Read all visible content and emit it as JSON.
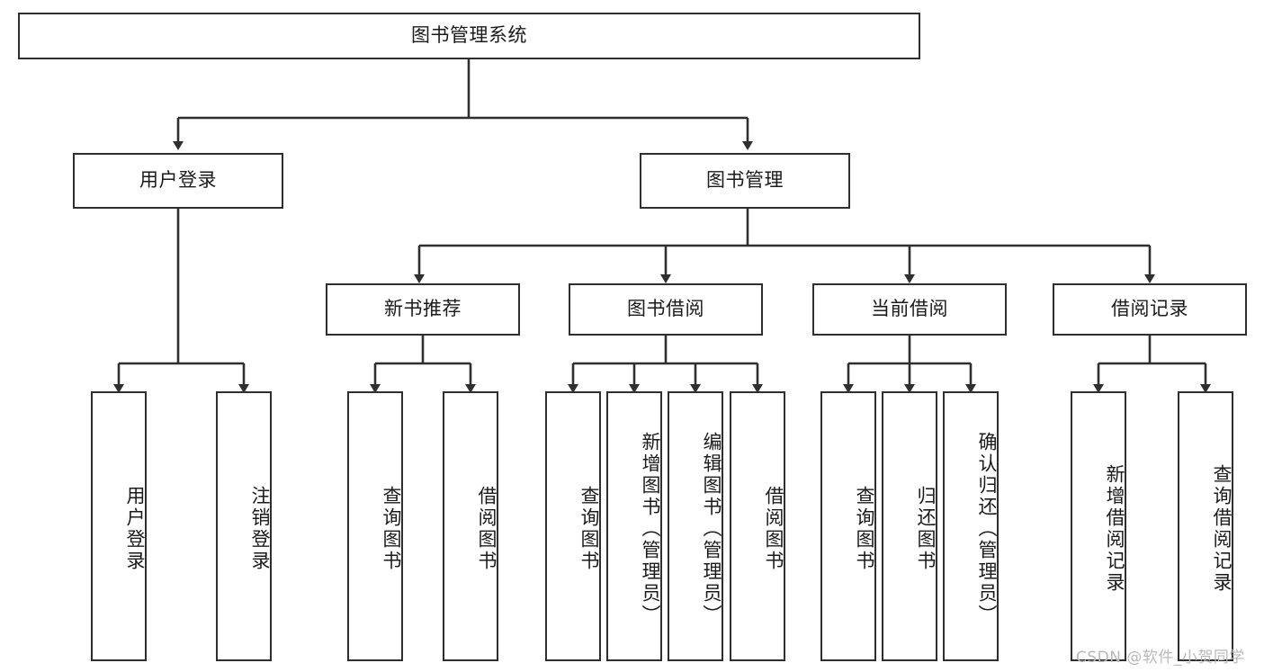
{
  "diagram": {
    "title": "图书管理系统",
    "root": {
      "label": "图书管理系统"
    },
    "level1": [
      {
        "label": "用户登录"
      },
      {
        "label": "图书管理"
      }
    ],
    "level2": [
      {
        "label": "新书推荐"
      },
      {
        "label": "图书借阅"
      },
      {
        "label": "当前借阅"
      },
      {
        "label": "借阅记录"
      }
    ],
    "leaves": {
      "user_login": [
        {
          "label": "用户登录"
        },
        {
          "label": "注销登录"
        }
      ],
      "new_book_recommend": [
        {
          "label": "查询图书"
        },
        {
          "label": "借阅图书"
        }
      ],
      "book_borrow": [
        {
          "label": "查询图书"
        },
        {
          "label": "新增图书（管理员）"
        },
        {
          "label": "编辑图书（管理员）"
        },
        {
          "label": "借阅图书"
        }
      ],
      "current_borrow": [
        {
          "label": "查询图书"
        },
        {
          "label": "归还图书"
        },
        {
          "label": "确认归还（管理员）"
        }
      ],
      "borrow_record": [
        {
          "label": "新增借阅记录"
        },
        {
          "label": "查询借阅记录"
        }
      ]
    }
  },
  "watermark": {
    "text": "CSDN @软件_小贺同学"
  },
  "colors": {
    "border": "#2f2f2f",
    "text": "#1b1b1b",
    "background": "#ffffff",
    "watermark": "#b9b9b9"
  }
}
